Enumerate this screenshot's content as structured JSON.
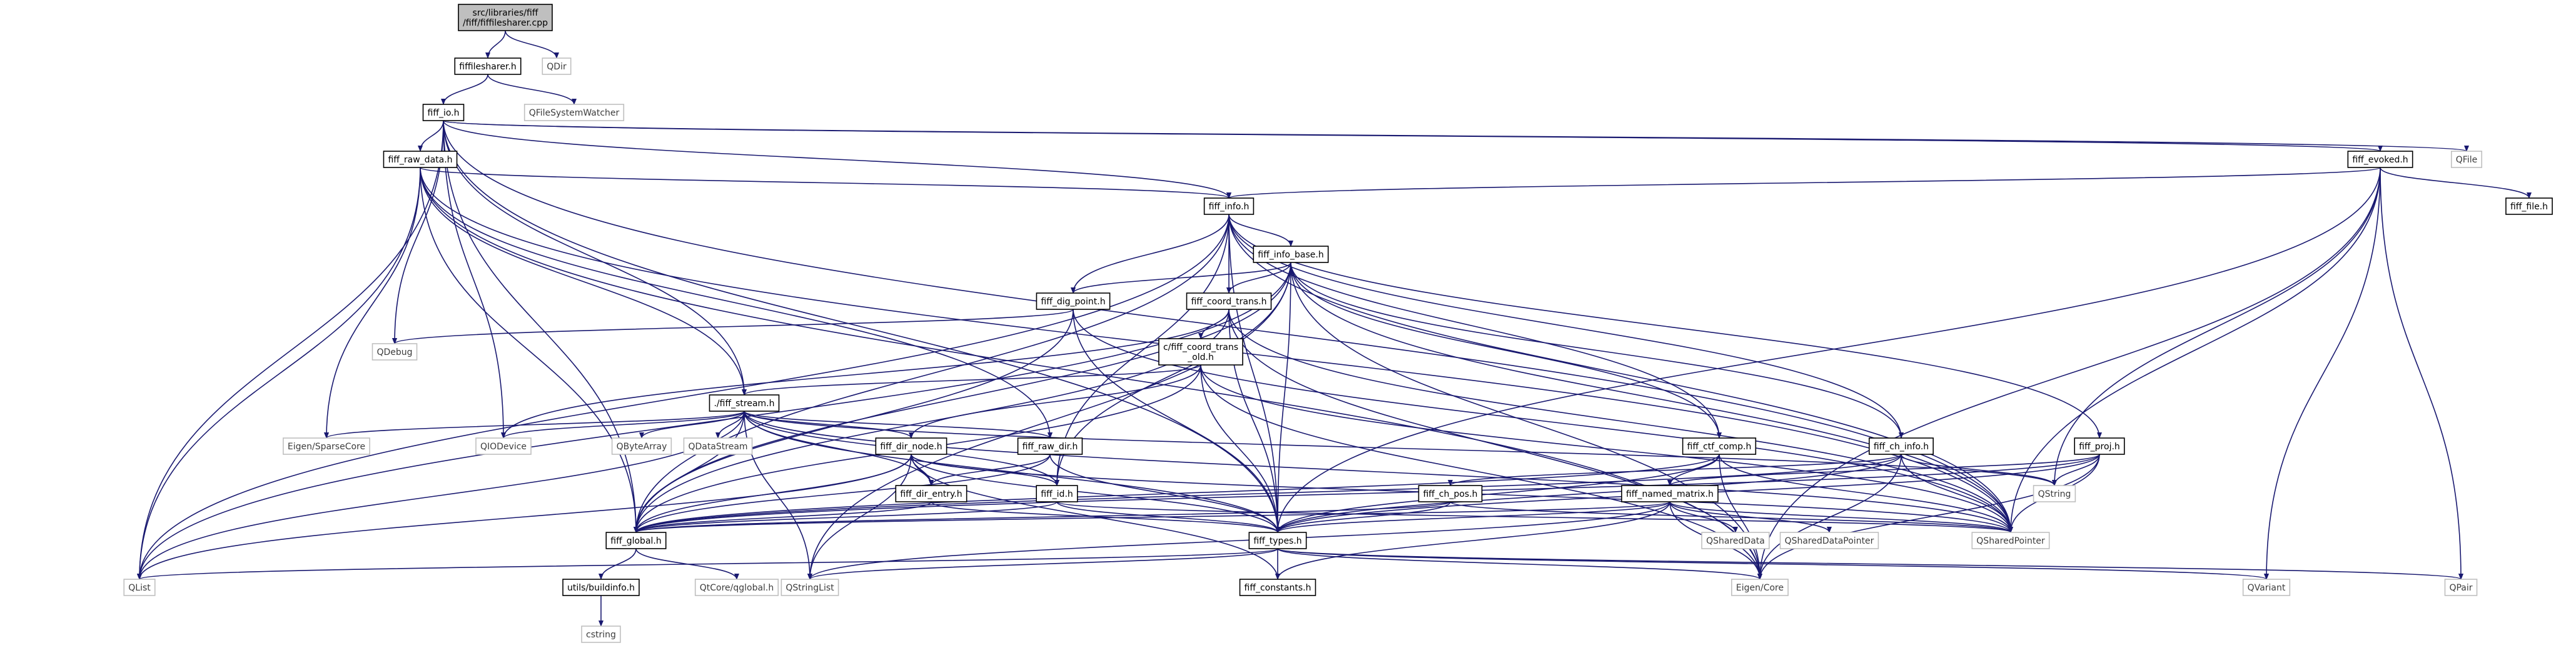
{
  "graph": {
    "nodes": {
      "root": {
        "lines": [
          "src/libraries/fiff",
          "/fiff/fiffilesharer.cpp"
        ],
        "kind": "root"
      },
      "fiffilesharer_h": {
        "lines": [
          "fiffilesharer.h"
        ],
        "kind": "std"
      },
      "qdir": {
        "lines": [
          "QDir"
        ],
        "kind": "ext"
      },
      "fiff_io_h": {
        "lines": [
          "fiff_io.h"
        ],
        "kind": "std"
      },
      "qfilesystemwatcher": {
        "lines": [
          "QFileSystemWatcher"
        ],
        "kind": "ext"
      },
      "fiff_raw_data_h": {
        "lines": [
          "fiff_raw_data.h"
        ],
        "kind": "std"
      },
      "fiff_evoked_h": {
        "lines": [
          "fiff_evoked.h"
        ],
        "kind": "std"
      },
      "qfile": {
        "lines": [
          "QFile"
        ],
        "kind": "ext"
      },
      "fiff_info_h": {
        "lines": [
          "fiff_info.h"
        ],
        "kind": "std"
      },
      "fiff_file_h": {
        "lines": [
          "fiff_file.h"
        ],
        "kind": "std"
      },
      "fiff_info_base_h": {
        "lines": [
          "fiff_info_base.h"
        ],
        "kind": "std"
      },
      "fiff_dig_point_h": {
        "lines": [
          "fiff_dig_point.h"
        ],
        "kind": "std"
      },
      "fiff_coord_trans_h": {
        "lines": [
          "fiff_coord_trans.h"
        ],
        "kind": "std"
      },
      "c_fiff_coord_trans_old_h": {
        "lines": [
          "c/fiff_coord_trans",
          "_old.h"
        ],
        "kind": "std"
      },
      "qdebug": {
        "lines": [
          "QDebug"
        ],
        "kind": "ext"
      },
      "fiff_stream_h": {
        "lines": [
          "./fiff_stream.h"
        ],
        "kind": "std"
      },
      "eigen_sparsecore": {
        "lines": [
          "Eigen/SparseCore"
        ],
        "kind": "ext"
      },
      "qiodevice": {
        "lines": [
          "QIODevice"
        ],
        "kind": "ext"
      },
      "qbytearray": {
        "lines": [
          "QByteArray"
        ],
        "kind": "ext"
      },
      "qdatastream": {
        "lines": [
          "QDataStream"
        ],
        "kind": "ext"
      },
      "fiff_dir_node_h": {
        "lines": [
          "fiff_dir_node.h"
        ],
        "kind": "std"
      },
      "fiff_raw_dir_h": {
        "lines": [
          "fiff_raw_dir.h"
        ],
        "kind": "std"
      },
      "fiff_dir_entry_h": {
        "lines": [
          "fiff_dir_entry.h"
        ],
        "kind": "std"
      },
      "fiff_id_h": {
        "lines": [
          "fiff_id.h"
        ],
        "kind": "std"
      },
      "fiff_ctf_comp_h": {
        "lines": [
          "fiff_ctf_comp.h"
        ],
        "kind": "std"
      },
      "fiff_ch_info_h": {
        "lines": [
          "fiff_ch_info.h"
        ],
        "kind": "std"
      },
      "fiff_proj_h": {
        "lines": [
          "fiff_proj.h"
        ],
        "kind": "std"
      },
      "qstring": {
        "lines": [
          "QString"
        ],
        "kind": "ext"
      },
      "fiff_ch_pos_h": {
        "lines": [
          "fiff_ch_pos.h"
        ],
        "kind": "std"
      },
      "fiff_named_matrix_h": {
        "lines": [
          "fiff_named_matrix.h"
        ],
        "kind": "std"
      },
      "qshareddata": {
        "lines": [
          "QSharedData"
        ],
        "kind": "ext"
      },
      "qshareddatapointer": {
        "lines": [
          "QSharedDataPointer"
        ],
        "kind": "ext"
      },
      "qsharedpointer": {
        "lines": [
          "QSharedPointer"
        ],
        "kind": "ext"
      },
      "fiff_global_h": {
        "lines": [
          "fiff_global.h"
        ],
        "kind": "std"
      },
      "fiff_types_h": {
        "lines": [
          "fiff_types.h"
        ],
        "kind": "std"
      },
      "utils_buildinfo_h": {
        "lines": [
          "utils/buildinfo.h"
        ],
        "kind": "std"
      },
      "qtcore_qglobal_h": {
        "lines": [
          "QtCore/qglobal.h"
        ],
        "kind": "ext"
      },
      "qstringlist": {
        "lines": [
          "QStringList"
        ],
        "kind": "ext"
      },
      "fiff_constants_h": {
        "lines": [
          "fiff_constants.h"
        ],
        "kind": "std"
      },
      "eigen_core": {
        "lines": [
          "Eigen/Core"
        ],
        "kind": "ext"
      },
      "qvariant": {
        "lines": [
          "QVariant"
        ],
        "kind": "ext"
      },
      "qpair": {
        "lines": [
          "QPair"
        ],
        "kind": "ext"
      },
      "qlist": {
        "lines": [
          "QList"
        ],
        "kind": "ext"
      },
      "cstring": {
        "lines": [
          "cstring"
        ],
        "kind": "ext"
      }
    },
    "edges": [
      [
        "root",
        "fiffilesharer_h"
      ],
      [
        "root",
        "qdir"
      ],
      [
        "fiffilesharer_h",
        "fiff_io_h"
      ],
      [
        "fiffilesharer_h",
        "qfilesystemwatcher"
      ],
      [
        "fiff_io_h",
        "fiff_raw_data_h"
      ],
      [
        "fiff_io_h",
        "fiff_evoked_h"
      ],
      [
        "fiff_io_h",
        "fiff_info_h"
      ],
      [
        "fiff_io_h",
        "fiff_stream_h"
      ],
      [
        "fiff_io_h",
        "qfile"
      ],
      [
        "fiff_io_h",
        "qdebug"
      ],
      [
        "fiff_io_h",
        "qiodevice"
      ],
      [
        "fiff_io_h",
        "qlist"
      ],
      [
        "fiff_io_h",
        "fiff_global_h"
      ],
      [
        "fiff_io_h",
        "fiff_types_h"
      ],
      [
        "fiff_io_h",
        "qsharedpointer"
      ],
      [
        "fiff_raw_data_h",
        "fiff_info_h"
      ],
      [
        "fiff_raw_data_h",
        "fiff_stream_h"
      ],
      [
        "fiff_raw_data_h",
        "fiff_raw_dir_h"
      ],
      [
        "fiff_raw_data_h",
        "eigen_sparsecore"
      ],
      [
        "fiff_raw_data_h",
        "fiff_global_h"
      ],
      [
        "fiff_raw_data_h",
        "qlist"
      ],
      [
        "fiff_raw_data_h",
        "qsharedpointer"
      ],
      [
        "fiff_raw_data_h",
        "eigen_core"
      ],
      [
        "fiff_evoked_h",
        "fiff_info_h"
      ],
      [
        "fiff_evoked_h",
        "fiff_file_h"
      ],
      [
        "fiff_evoked_h",
        "qstring"
      ],
      [
        "fiff_evoked_h",
        "qsharedpointer"
      ],
      [
        "fiff_evoked_h",
        "eigen_core"
      ],
      [
        "fiff_evoked_h",
        "qvariant"
      ],
      [
        "fiff_evoked_h",
        "qpair"
      ],
      [
        "fiff_evoked_h",
        "fiff_types_h"
      ],
      [
        "fiff_info_h",
        "fiff_info_base_h"
      ],
      [
        "fiff_info_h",
        "fiff_dig_point_h"
      ],
      [
        "fiff_info_h",
        "fiff_coord_trans_h"
      ],
      [
        "fiff_info_h",
        "fiff_ctf_comp_h"
      ],
      [
        "fiff_info_h",
        "fiff_ch_info_h"
      ],
      [
        "fiff_info_h",
        "fiff_proj_h"
      ],
      [
        "fiff_info_h",
        "fiff_id_h"
      ],
      [
        "fiff_info_h",
        "fiff_types_h"
      ],
      [
        "fiff_info_h",
        "fiff_global_h"
      ],
      [
        "fiff_info_h",
        "qlist"
      ],
      [
        "fiff_info_h",
        "qsharedpointer"
      ],
      [
        "fiff_info_base_h",
        "fiff_dig_point_h"
      ],
      [
        "fiff_info_base_h",
        "fiff_coord_trans_h"
      ],
      [
        "fiff_info_base_h",
        "fiff_ch_info_h"
      ],
      [
        "fiff_info_base_h",
        "fiff_id_h"
      ],
      [
        "fiff_info_base_h",
        "fiff_types_h"
      ],
      [
        "fiff_info_base_h",
        "fiff_global_h"
      ],
      [
        "fiff_info_base_h",
        "qstringlist"
      ],
      [
        "fiff_info_base_h",
        "qsharedpointer"
      ],
      [
        "fiff_info_base_h",
        "eigen_core"
      ],
      [
        "fiff_info_base_h",
        "qlist"
      ],
      [
        "fiff_info_base_h",
        "fiff_ctf_comp_h"
      ],
      [
        "fiff_dig_point_h",
        "fiff_types_h"
      ],
      [
        "fiff_dig_point_h",
        "fiff_global_h"
      ],
      [
        "fiff_dig_point_h",
        "qsharedpointer"
      ],
      [
        "fiff_dig_point_h",
        "qdebug"
      ],
      [
        "fiff_coord_trans_h",
        "c_fiff_coord_trans_old_h"
      ],
      [
        "fiff_coord_trans_h",
        "fiff_types_h"
      ],
      [
        "fiff_coord_trans_h",
        "fiff_global_h"
      ],
      [
        "fiff_coord_trans_h",
        "qiodevice"
      ],
      [
        "fiff_coord_trans_h",
        "qsharedpointer"
      ],
      [
        "fiff_coord_trans_h",
        "eigen_core"
      ],
      [
        "c_fiff_coord_trans_old_h",
        "fiff_stream_h"
      ],
      [
        "c_fiff_coord_trans_old_h",
        "fiff_dir_node_h"
      ],
      [
        "c_fiff_coord_trans_old_h",
        "fiff_types_h"
      ],
      [
        "c_fiff_coord_trans_old_h",
        "fiff_global_h"
      ],
      [
        "c_fiff_coord_trans_old_h",
        "qsharedpointer"
      ],
      [
        "c_fiff_coord_trans_old_h",
        "eigen_core"
      ],
      [
        "fiff_stream_h",
        "eigen_sparsecore"
      ],
      [
        "fiff_stream_h",
        "qiodevice"
      ],
      [
        "fiff_stream_h",
        "qbytearray"
      ],
      [
        "fiff_stream_h",
        "qdatastream"
      ],
      [
        "fiff_stream_h",
        "fiff_dir_node_h"
      ],
      [
        "fiff_stream_h",
        "fiff_raw_dir_h"
      ],
      [
        "fiff_stream_h",
        "fiff_dir_entry_h"
      ],
      [
        "fiff_stream_h",
        "fiff_id_h"
      ],
      [
        "fiff_stream_h",
        "fiff_global_h"
      ],
      [
        "fiff_stream_h",
        "fiff_types_h"
      ],
      [
        "fiff_stream_h",
        "qlist"
      ],
      [
        "fiff_stream_h",
        "qstringlist"
      ],
      [
        "fiff_stream_h",
        "qsharedpointer"
      ],
      [
        "fiff_stream_h",
        "qstring"
      ],
      [
        "fiff_dir_node_h",
        "fiff_dir_entry_h"
      ],
      [
        "fiff_dir_node_h",
        "fiff_id_h"
      ],
      [
        "fiff_dir_node_h",
        "fiff_global_h"
      ],
      [
        "fiff_dir_node_h",
        "fiff_types_h"
      ],
      [
        "fiff_dir_node_h",
        "qlist"
      ],
      [
        "fiff_dir_node_h",
        "qsharedpointer"
      ],
      [
        "fiff_dir_node_h",
        "fiff_constants_h"
      ],
      [
        "fiff_dir_node_h",
        "qstringlist"
      ],
      [
        "fiff_raw_dir_h",
        "fiff_dir_entry_h"
      ],
      [
        "fiff_raw_dir_h",
        "fiff_global_h"
      ],
      [
        "fiff_raw_dir_h",
        "fiff_types_h"
      ],
      [
        "fiff_dir_entry_h",
        "fiff_global_h"
      ],
      [
        "fiff_dir_entry_h",
        "fiff_types_h"
      ],
      [
        "fiff_id_h",
        "fiff_global_h"
      ],
      [
        "fiff_id_h",
        "fiff_types_h"
      ],
      [
        "fiff_id_h",
        "qsharedpointer"
      ],
      [
        "fiff_ctf_comp_h",
        "fiff_named_matrix_h"
      ],
      [
        "fiff_ctf_comp_h",
        "fiff_types_h"
      ],
      [
        "fiff_ctf_comp_h",
        "fiff_global_h"
      ],
      [
        "fiff_ctf_comp_h",
        "qsharedpointer"
      ],
      [
        "fiff_ctf_comp_h",
        "eigen_core"
      ],
      [
        "fiff_ch_info_h",
        "fiff_ch_pos_h"
      ],
      [
        "fiff_ch_info_h",
        "fiff_types_h"
      ],
      [
        "fiff_ch_info_h",
        "fiff_global_h"
      ],
      [
        "fiff_ch_info_h",
        "qstring"
      ],
      [
        "fiff_ch_info_h",
        "qsharedpointer"
      ],
      [
        "fiff_ch_info_h",
        "eigen_core"
      ],
      [
        "fiff_proj_h",
        "fiff_named_matrix_h"
      ],
      [
        "fiff_proj_h",
        "fiff_types_h"
      ],
      [
        "fiff_proj_h",
        "fiff_global_h"
      ],
      [
        "fiff_proj_h",
        "qstring"
      ],
      [
        "fiff_proj_h",
        "qsharedpointer"
      ],
      [
        "fiff_proj_h",
        "eigen_core"
      ],
      [
        "fiff_ch_pos_h",
        "fiff_types_h"
      ],
      [
        "fiff_ch_pos_h",
        "fiff_global_h"
      ],
      [
        "fiff_ch_pos_h",
        "qsharedpointer"
      ],
      [
        "fiff_named_matrix_h",
        "fiff_types_h"
      ],
      [
        "fiff_named_matrix_h",
        "fiff_global_h"
      ],
      [
        "fiff_named_matrix_h",
        "qshareddata"
      ],
      [
        "fiff_named_matrix_h",
        "qshareddatapointer"
      ],
      [
        "fiff_named_matrix_h",
        "qsharedpointer"
      ],
      [
        "fiff_named_matrix_h",
        "eigen_core"
      ],
      [
        "fiff_named_matrix_h",
        "qstringlist"
      ],
      [
        "fiff_named_matrix_h",
        "fiff_constants_h"
      ],
      [
        "fiff_global_h",
        "utils_buildinfo_h"
      ],
      [
        "fiff_global_h",
        "qtcore_qglobal_h"
      ],
      [
        "utils_buildinfo_h",
        "cstring"
      ],
      [
        "fiff_types_h",
        "fiff_constants_h"
      ],
      [
        "fiff_types_h",
        "qlist"
      ],
      [
        "fiff_types_h",
        "qstringlist"
      ],
      [
        "fiff_types_h",
        "eigen_core"
      ],
      [
        "fiff_types_h",
        "qvariant"
      ],
      [
        "fiff_types_h",
        "qpair"
      ]
    ]
  }
}
